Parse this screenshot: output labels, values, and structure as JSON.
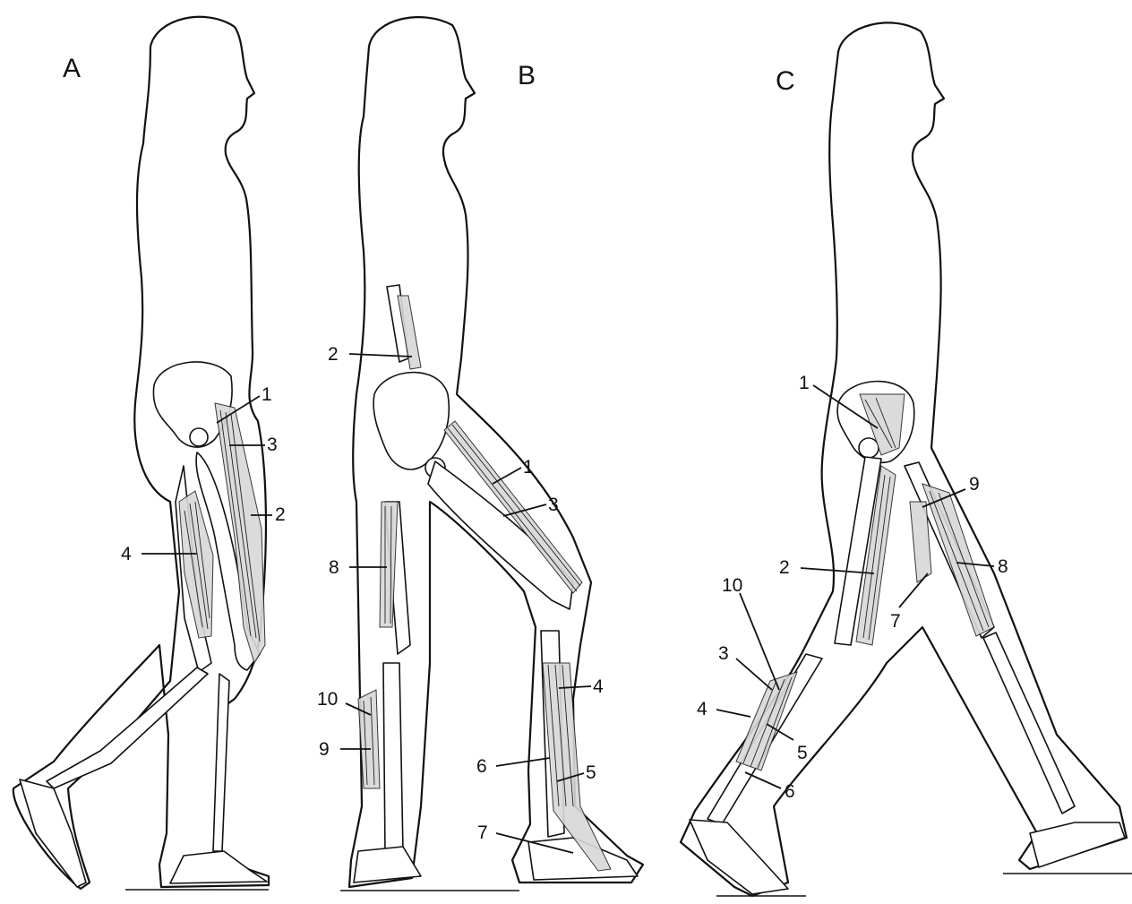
{
  "panels": [
    {
      "label": "A",
      "callouts": [
        {
          "number": "1"
        },
        {
          "number": "3"
        },
        {
          "number": "2"
        },
        {
          "number": "4"
        }
      ]
    },
    {
      "label": "B",
      "callouts": [
        {
          "number": "2"
        },
        {
          "number": "1"
        },
        {
          "number": "3"
        },
        {
          "number": "8"
        },
        {
          "number": "4"
        },
        {
          "number": "10"
        },
        {
          "number": "9"
        },
        {
          "number": "6"
        },
        {
          "number": "5"
        },
        {
          "number": "7"
        }
      ]
    },
    {
      "label": "C",
      "callouts": [
        {
          "number": "1"
        },
        {
          "number": "9"
        },
        {
          "number": "8"
        },
        {
          "number": "2"
        },
        {
          "number": "7"
        },
        {
          "number": "10"
        },
        {
          "number": "3"
        },
        {
          "number": "4"
        },
        {
          "number": "5"
        },
        {
          "number": "6"
        }
      ]
    }
  ]
}
